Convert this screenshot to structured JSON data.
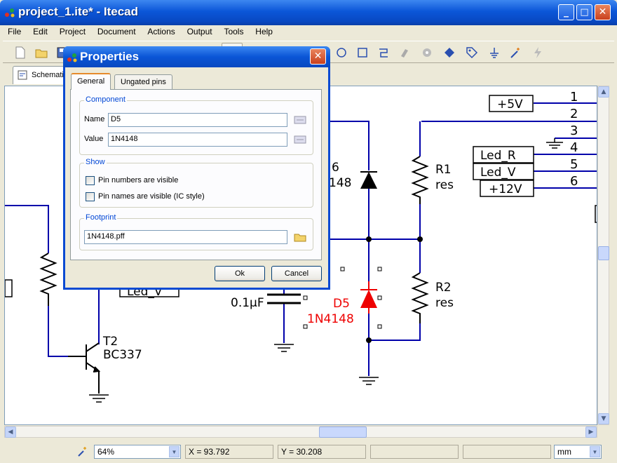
{
  "window": {
    "title": "project_1.ite* - Itecad",
    "minimize": "_",
    "maximize": "□",
    "close": "✕"
  },
  "menu": [
    "File",
    "Edit",
    "Project",
    "Document",
    "Actions",
    "Output",
    "Tools",
    "Help"
  ],
  "toolbar_icons": [
    "new-icon",
    "open-icon",
    "save-icon",
    "circle-tool-icon",
    "rectangle-tool-icon",
    "wire-tool-icon",
    "pin-tool-icon",
    "pad-tool-icon",
    "component-tool-icon",
    "label-tool-icon",
    "ground-tool-icon",
    "magic-wand-icon",
    "bolt-icon"
  ],
  "tab": {
    "label": "Schematic"
  },
  "schematic": {
    "connector": {
      "pins": [
        "1",
        "2",
        "3",
        "4",
        "5",
        "6"
      ]
    },
    "nets": {
      "plus5v": "+5V",
      "led_r": "Led_R",
      "led_v": "Led_V",
      "plus12v": "+12V",
      "led_v_partial": "Led_V"
    },
    "r1": {
      "ref": "R1",
      "value": "res"
    },
    "r2": {
      "ref": "R2",
      "value": "res"
    },
    "d_top": {
      "ref": "6",
      "value": "148"
    },
    "d5": {
      "ref": "D5",
      "value": "1N4148"
    },
    "cap": {
      "value": "0.1µF"
    },
    "t2": {
      "ref": "T2",
      "value": "BC337"
    }
  },
  "dialog": {
    "title": "Properties",
    "close": "✕",
    "tabs": [
      "General",
      "Ungated pins"
    ],
    "component_group": "Component",
    "name_label": "Name",
    "name_value": "D5",
    "value_label": "Value",
    "value_value": "1N4148",
    "show_group": "Show",
    "pin_numbers": "Pin numbers are visible",
    "pin_names": "Pin names are visible (IC style)",
    "footprint_group": "Footprint",
    "footprint_value": "1N4148.pff",
    "ok": "Ok",
    "cancel": "Cancel"
  },
  "status": {
    "zoom": "64%",
    "x": "X = 93.792",
    "y": "Y = 30.208",
    "unit": "mm"
  },
  "colors": {
    "wire": "#0000aa",
    "selected": "#ee0000",
    "component": "#000000"
  }
}
